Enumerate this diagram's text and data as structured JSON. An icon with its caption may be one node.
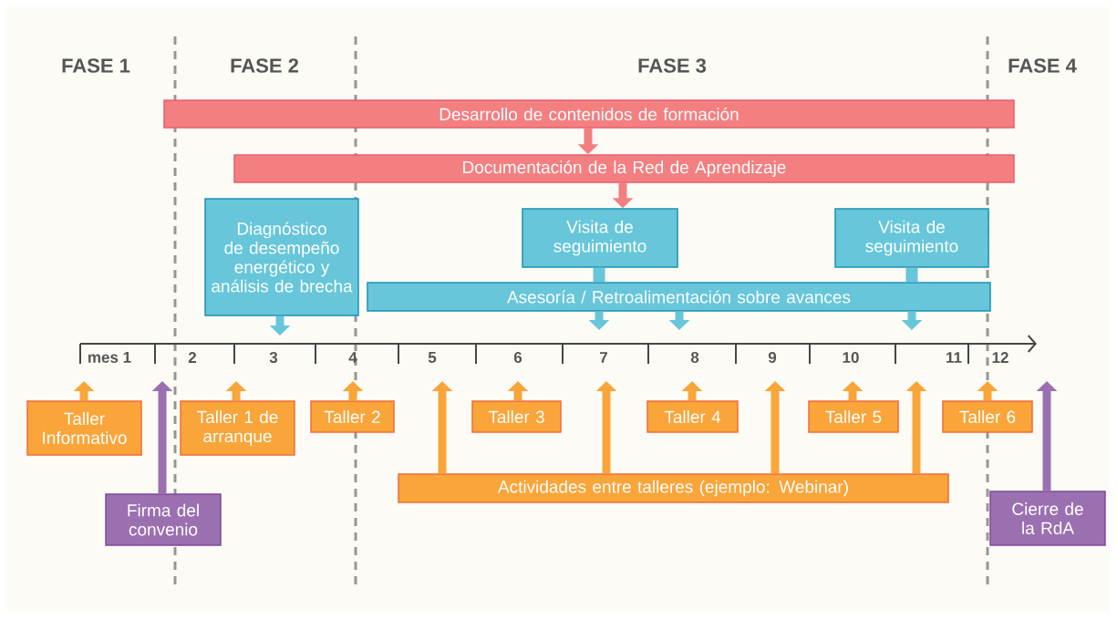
{
  "diagram": {
    "nodes": [
      {
        "text": [
          "Desarrollo de contenidos de formación"
        ]
      },
      {
        "text": [
          "Documentación de la Red de Aprendizaje"
        ]
      },
      {
        "text": [
          "Diagnóstico de desempeño energético y análisis de brecha"
        ]
      },
      {
        "text": [
          "Visita de seguimiento"
        ]
      },
      {
        "text": [
          "Visita de seguimiento"
        ]
      },
      {
        "text": [
          "Asesoría / Retroalimentación sobre avances"
        ]
      },
      {
        "text": [
          "Taller Informativo"
        ]
      },
      {
        "text": [
          "Taller 1 de arranque"
        ]
      },
      {
        "text": [
          "Taller 2"
        ]
      },
      {
        "text": [
          "Taller 3"
        ]
      },
      {
        "text": [
          "Taller 4"
        ]
      },
      {
        "text": [
          "Taller 5"
        ]
      },
      {
        "text": [
          "Taller 6"
        ]
      },
      {
        "text": [
          "Actividades entre talleres (ejemplo: Webinar)"
        ]
      },
      {
        "text": [
          "Firma del convenio"
        ]
      },
      {
        "text": [
          "Cierre de la RdA"
        ]
      }
    ],
    "edges": [
      {
        "from": 0,
        "to": 1,
        "arrow": "to",
        "color": "#f47f80"
      },
      {
        "from": 1,
        "to": 3,
        "arrow": "to",
        "color": "#f47f80"
      },
      {
        "from": 3,
        "to": 5,
        "arrow": "none",
        "color": "#67c6d9"
      },
      {
        "from": 4,
        "to": 5,
        "arrow": "none",
        "color": "#67c6d9"
      },
      {
        "from": 2,
        "to": null,
        "arrow": "to",
        "color": "#67c6d9"
      },
      {
        "from": 5,
        "to": null,
        "arrow": "to",
        "color": "#67c6d9"
      },
      {
        "from": 5,
        "to": null,
        "arrow": "to",
        "color": "#67c6d9"
      },
      {
        "from": 5,
        "to": null,
        "arrow": "to",
        "color": "#67c6d9"
      },
      {
        "from": 6,
        "to": null,
        "arrow": "to"
      },
      {
        "from": 7,
        "to": null,
        "arrow": "to"
      },
      {
        "from": 8,
        "to": null,
        "arrow": "to"
      },
      {
        "from": 9,
        "to": null,
        "arrow": "to"
      },
      {
        "from": 10,
        "to": null,
        "arrow": "to"
      },
      {
        "from": 11,
        "to": null,
        "arrow": "to"
      },
      {
        "from": 12,
        "to": null,
        "arrow": "to"
      },
      {
        "from": 13,
        "to": null,
        "arrow": "to"
      },
      {
        "from": 13,
        "to": null,
        "arrow": "to"
      },
      {
        "from": 13,
        "to": null,
        "arrow": "to"
      },
      {
        "from": 13,
        "to": null,
        "arrow": "to"
      },
      {
        "from": 14,
        "to": null,
        "arrow": "to",
        "color": "#9b70b1"
      },
      {
        "from": 15,
        "to": null,
        "arrow": "to",
        "color": "#9b70b1"
      }
    ],
    "labels": [
      "FASE 1",
      "FASE 2",
      "FASE 3",
      "FASE 4",
      "mes 1",
      "2",
      "3",
      "4",
      "5",
      "6",
      "7",
      "8",
      "9",
      "10",
      "11",
      "12"
    ]
  }
}
